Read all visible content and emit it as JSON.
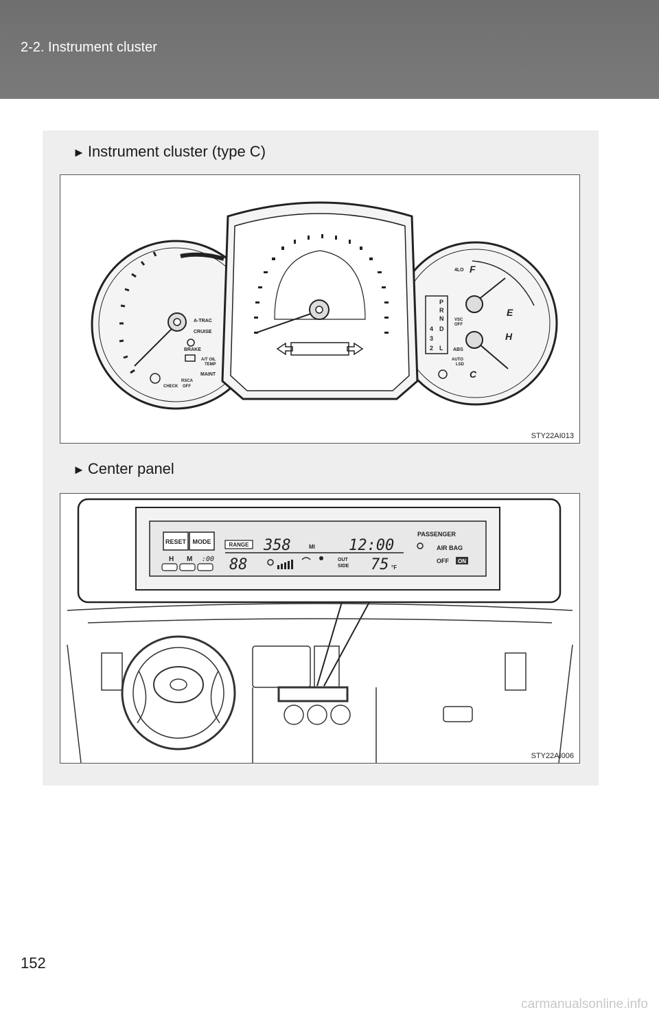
{
  "header": {
    "section": "2-2. Instrument cluster"
  },
  "sections": [
    {
      "marker": "►",
      "title": "Instrument cluster (type C)",
      "figure_code": "STY22AI013"
    },
    {
      "marker": "►",
      "title": "Center panel",
      "figure_code": "STY22AI006"
    }
  ],
  "cluster": {
    "left_gauge_labels": [
      "A-TRAC",
      "CRUISE",
      "BRAKE",
      "A/T OIL",
      "TEMP",
      "MAINT",
      "CHECK",
      "RSCA",
      "OFF"
    ],
    "right_gauge_labels": [
      "4LO",
      "VSC",
      "OFF",
      "ABS",
      "AUTO",
      "LSD"
    ],
    "gear_positions": [
      "P",
      "R",
      "N",
      "D",
      "4",
      "3",
      "2",
      "L"
    ],
    "fuel_marks": [
      "F",
      "E"
    ],
    "temp_marks": [
      "H",
      "C"
    ]
  },
  "center_panel": {
    "reset_label": "RESET",
    "mode_label": "MODE",
    "h_label": "H",
    "m_label": "M",
    "colon_zero": ":00",
    "range_label": "RANGE",
    "range_value": "358",
    "range_unit": "MI",
    "clock": "12:00",
    "secondary_value": "88",
    "outside_label_1": "OUT",
    "outside_label_2": "SIDE",
    "outside_temp": "75",
    "temp_unit": "°F",
    "passenger_label": "PASSENGER",
    "airbag_label": "AIR BAG",
    "off_label": "OFF",
    "on_label": "ON"
  },
  "page": {
    "number": "152"
  },
  "watermark": "carmanualsonline.info"
}
